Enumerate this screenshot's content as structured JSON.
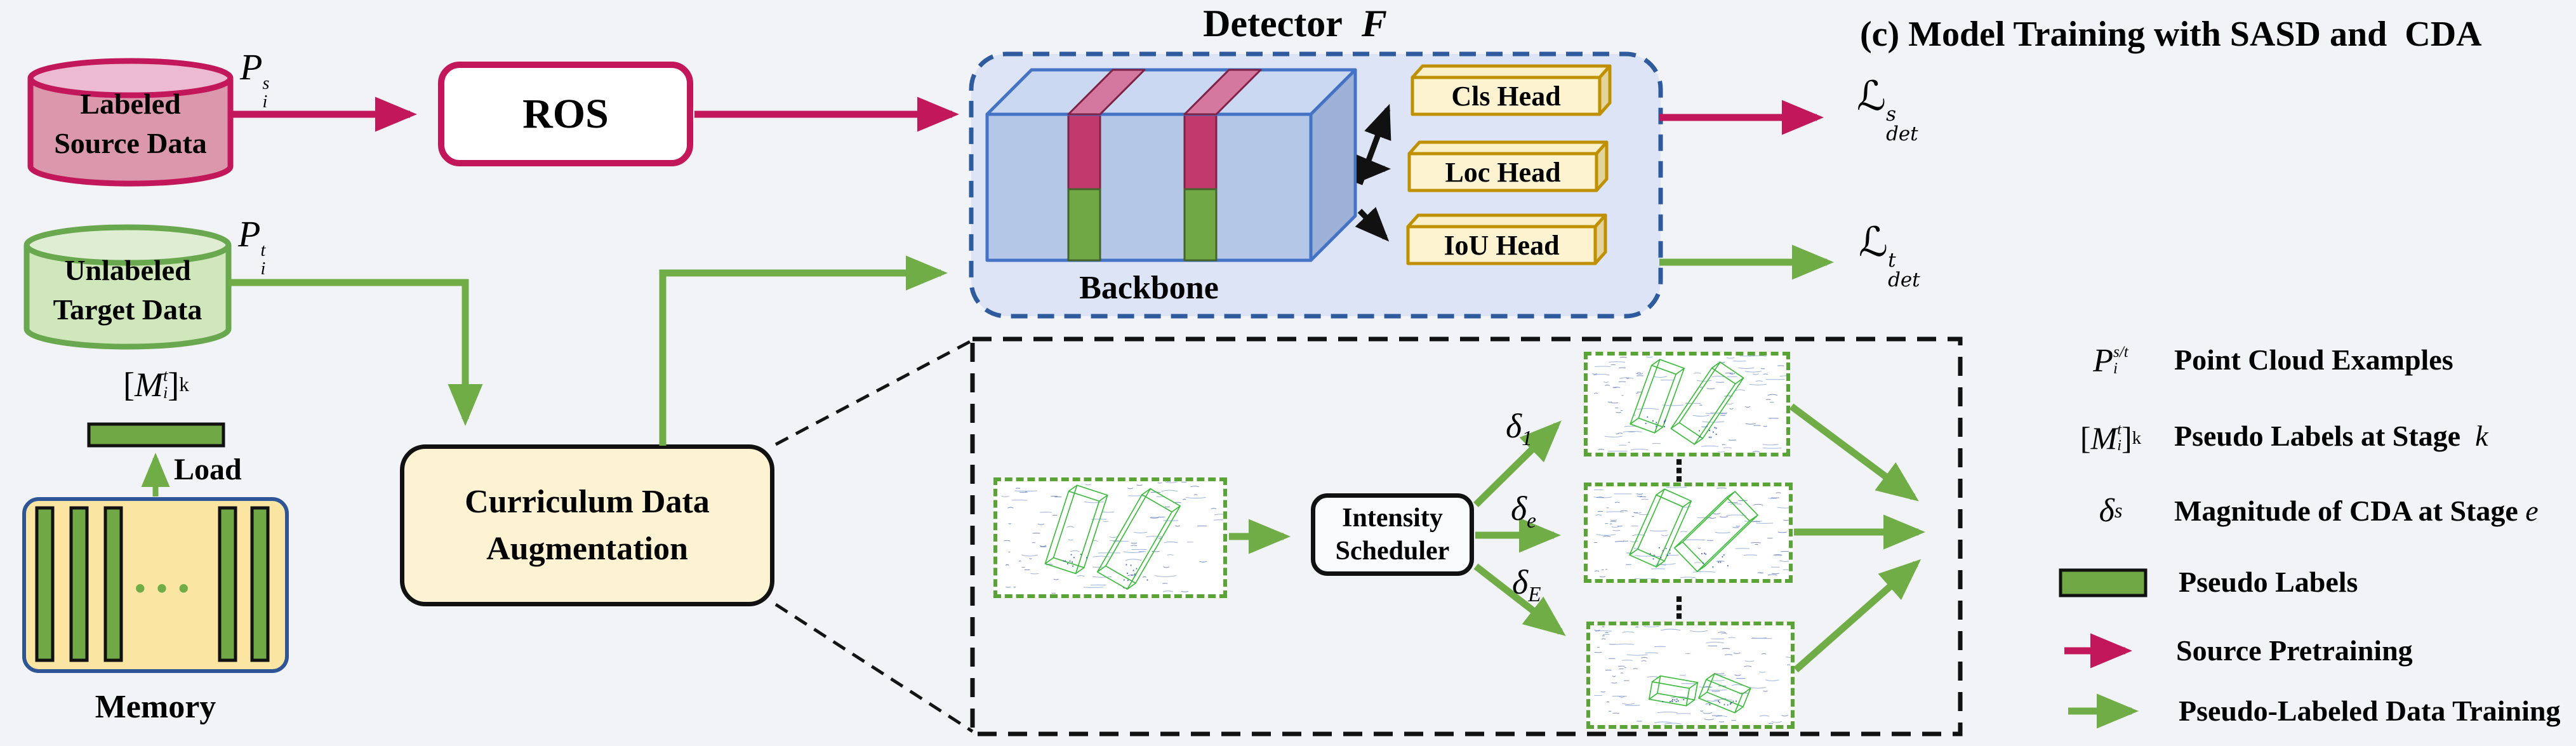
{
  "colors": {
    "bg": "#f1f3f7",
    "magenta": "#c2185b",
    "green": "#6aa84f",
    "green-bright": "#70ad47",
    "green-dark": "#5aa336",
    "det-fill": "#dce4f5",
    "det-border": "#2e5a9e",
    "cream": "#fdf2d2",
    "mem-fill": "#fbe5a2",
    "mem-border": "#2e5596",
    "gold": "#bf9000",
    "head-fill": "#fdf3d0",
    "head-side": "#e3d49e",
    "cube-front": "#b4c7e7",
    "cube-top": "#cbd8f1",
    "cube-side": "#9db1d6",
    "cube-border": "#4472c4",
    "stripe-pink": "#c23a6b",
    "stripe-pink-top": "#d4789f",
    "stripe-green": "#6fa845",
    "cyl-pink-body": "#db97ac",
    "cyl-pink-top": "#ecbad2",
    "cyl-green-body": "#cfe7ba",
    "cyl-green-top": "#dfeed2",
    "pc-blue": "#7f9cd0",
    "pc-green": "#3dbb3d",
    "ink": "#111111"
  },
  "panel_title": "(c) Model Training with SASD and  CDA",
  "source_cylinder": {
    "line1": "Labeled",
    "line2": "Source Data"
  },
  "source_math": {
    "base": "P",
    "sup": "s",
    "sub": "i"
  },
  "target_cylinder": {
    "line1": "Unlabeled",
    "line2": "Target Data"
  },
  "target_math": {
    "base": "P",
    "sup": "t",
    "sub": "i"
  },
  "ros": {
    "label": "ROS"
  },
  "detector": {
    "title": "Detector",
    "title_var": "F",
    "backbone_label": "Backbone",
    "heads": [
      {
        "label": "Cls Head"
      },
      {
        "label": "Loc Head"
      },
      {
        "label": "IoU Head"
      }
    ]
  },
  "loss_source": {
    "base": "ℒ",
    "sup": "s",
    "sub": "det"
  },
  "loss_target": {
    "base": "ℒ",
    "sup": "t",
    "sub": "det"
  },
  "pseudo_label_math": {
    "open": "[",
    "base": "M",
    "sup": "t",
    "sub": "i",
    "close": "]",
    "stage": "k"
  },
  "memory": {
    "label": "Memory",
    "load": "Load",
    "dots": "•••"
  },
  "cda": {
    "line1": "Curriculum Data",
    "line2": "Augmentation"
  },
  "scheduler": {
    "line1": "Intensity",
    "line2": "Scheduler"
  },
  "deltas": {
    "d1": {
      "base": "δ",
      "sub": "1"
    },
    "de": {
      "base": "δ",
      "sub": "e"
    },
    "dE": {
      "base": "δ",
      "sub": "E"
    }
  },
  "callout": {
    "dots": "⋮"
  },
  "legend": {
    "rows": [
      {
        "text": "Point Cloud Examples",
        "sym": {
          "base": "P",
          "sup": "s/t",
          "sub": "i"
        }
      },
      {
        "text": "Pseudo Labels at Stage",
        "text_var": "k",
        "sym": {
          "open": "[",
          "base": "M",
          "sup": "t",
          "sub": "i",
          "close": "]",
          "stage": "k"
        }
      },
      {
        "text": "Magnitude of CDA at Stage",
        "text_var": "e",
        "sym": {
          "base": "δ",
          "sub": "s"
        }
      },
      {
        "text": "Pseudo Labels",
        "icon": "pseudo-labels-bar-icon"
      },
      {
        "text": "Source Pretraining",
        "icon": "source-pretraining-arrow-icon"
      },
      {
        "text": "Pseudo-Labeled Data Training",
        "icon": "pseudo-labeled-training-arrow-icon"
      }
    ]
  }
}
